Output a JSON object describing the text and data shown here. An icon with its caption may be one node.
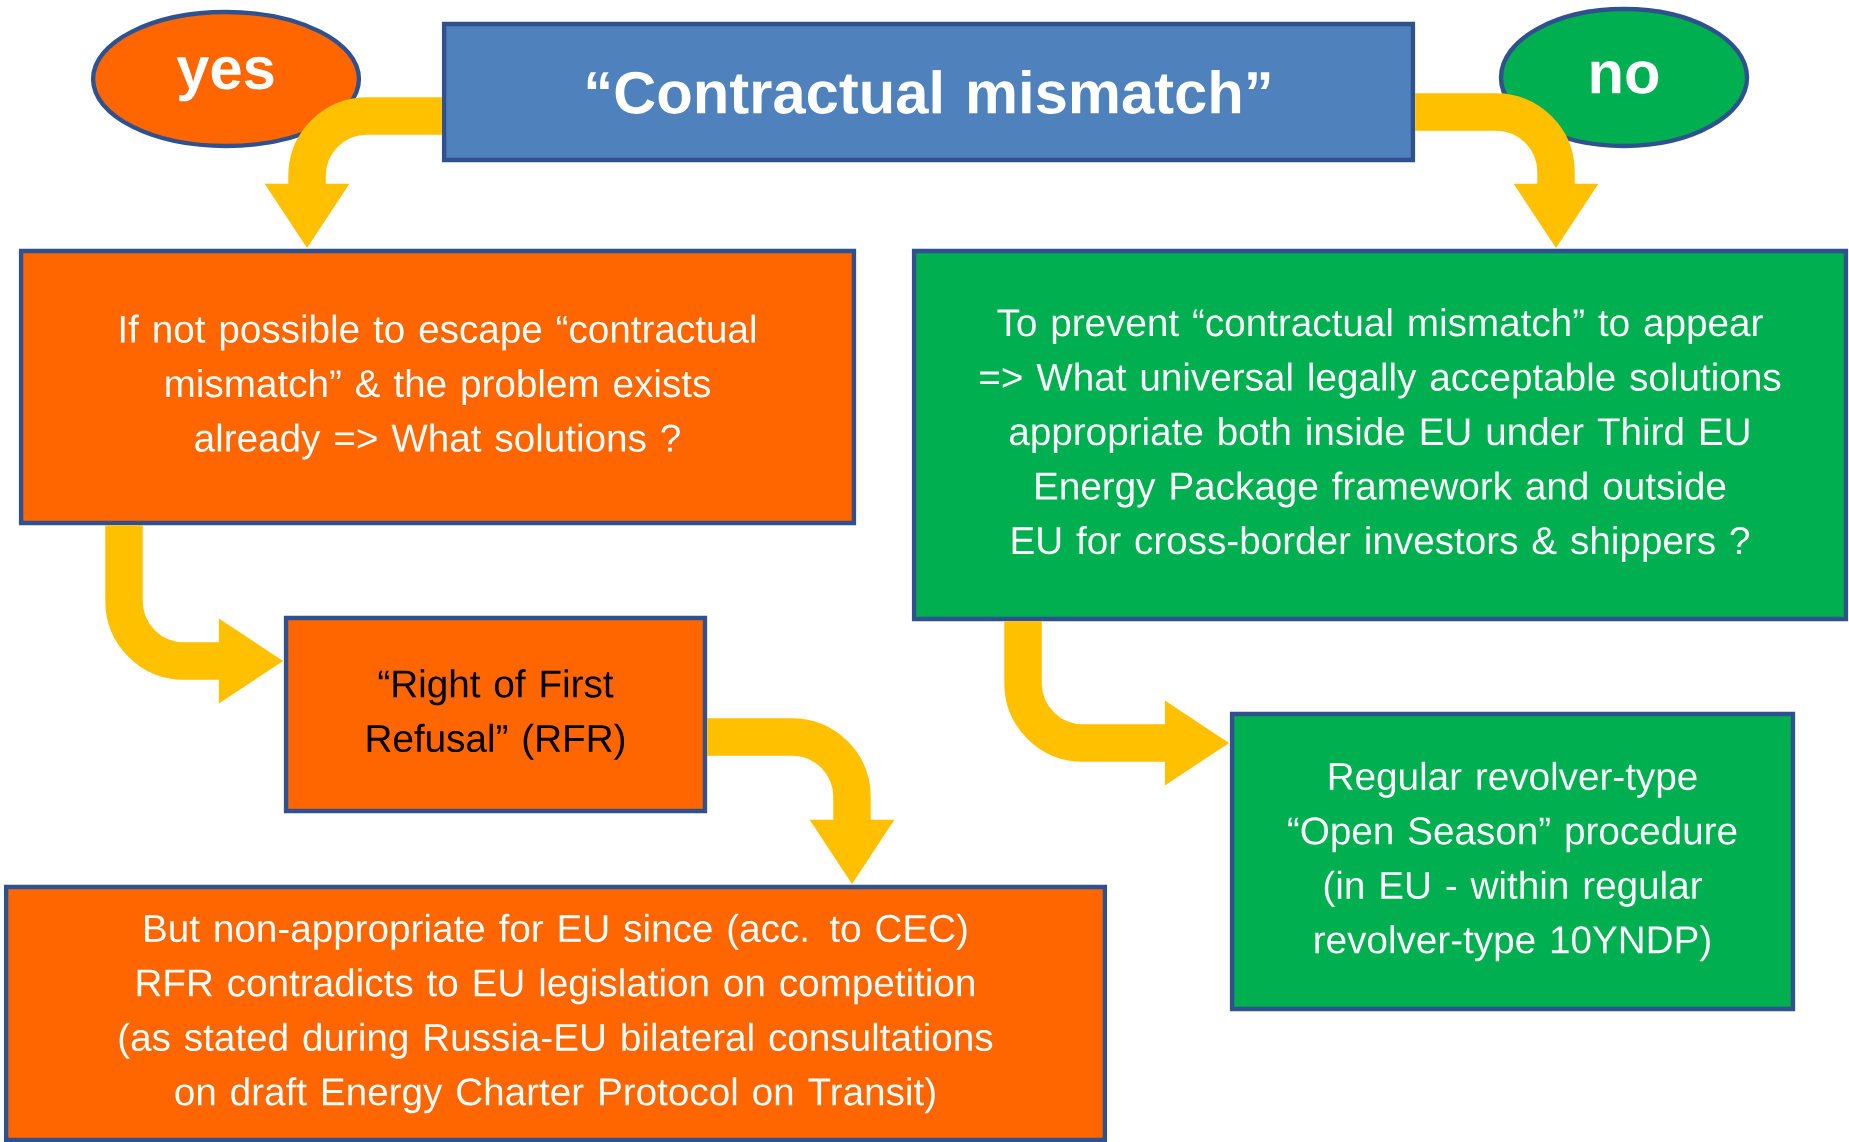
{
  "diagram": {
    "nodes": [
      {
        "text": [
          "yes"
        ]
      },
      {
        "text": [
          "“Contractual mismatch”"
        ]
      },
      {
        "text": [
          "no"
        ]
      },
      {
        "text": [
          "If not possible to escape “contractual mismatch” & the problem exists already => What solutions ?"
        ]
      },
      {
        "text": [
          "To prevent “contractual mismatch” to appear => What universal legally acceptable solutions appropriate both inside EU under Third EU Energy Package framework and outside EU for cross-border investors & shippers ?"
        ]
      },
      {
        "text": [
          "“Right of First Refusal” (RFR)"
        ]
      },
      {
        "text": [
          "But non-appropriate for EU since (acc. to CEC) RFR contradicts to EU legislation on competition (as stated during Russia-EU bilateral consultations on draft Energy Charter Protocol on Transit)"
        ]
      },
      {
        "text": [
          "Regular revolver-type “Open Season” procedure (in EU - within regular revolver-type 10YNDP)"
        ]
      }
    ],
    "edges": [
      {
        "from": 1,
        "to": 3,
        "arrow": "to"
      },
      {
        "from": 1,
        "to": 4,
        "arrow": "to"
      },
      {
        "from": 3,
        "to": 5,
        "arrow": "to"
      },
      {
        "from": 5,
        "to": 6,
        "arrow": "to"
      },
      {
        "from": 4,
        "to": 7,
        "arrow": "to"
      }
    ]
  }
}
